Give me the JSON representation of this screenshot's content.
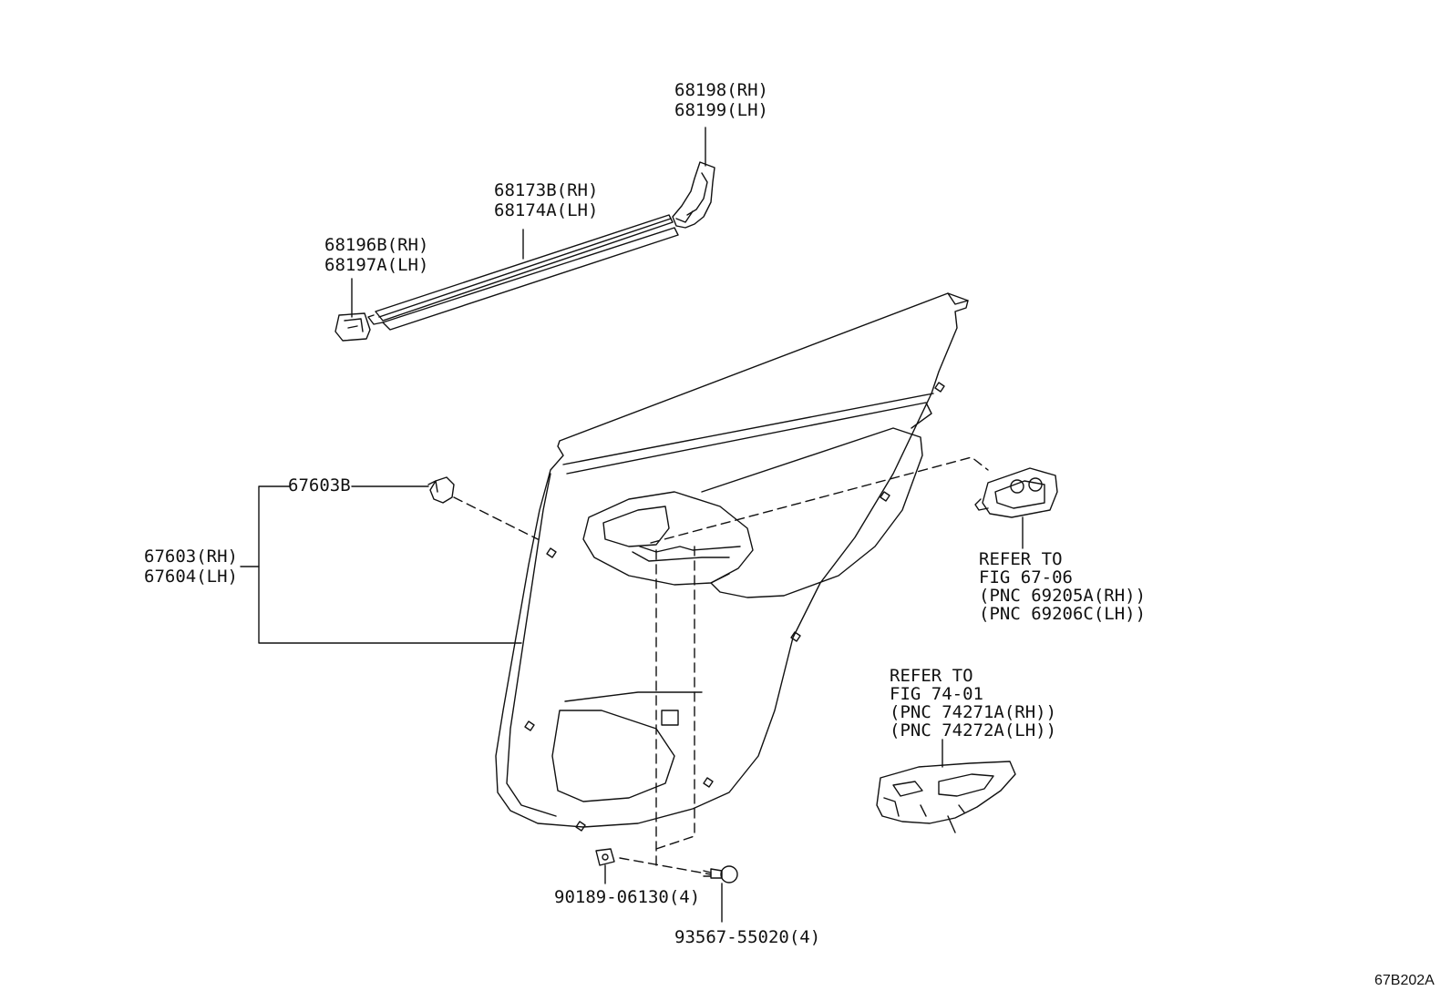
{
  "diagram_id": "67B202A",
  "callouts": {
    "p68198": [
      "68198(RH)",
      "68199(LH)"
    ],
    "p68173": [
      "68173B(RH)",
      "68174A(LH)"
    ],
    "p68196": [
      "68196B(RH)",
      "68197A(LH)"
    ],
    "p67603b": "67603B",
    "p67603": [
      "67603(RH)",
      "67604(LH)"
    ],
    "ref_handle": [
      "REFER TO",
      "FIG 67-06",
      "(PNC 69205A(RH))",
      "(PNC 69206C(LH))"
    ],
    "ref_switch": [
      "REFER TO",
      "FIG 74-01",
      "(PNC 74271A(RH))",
      "(PNC 74272A(LH))"
    ],
    "p90189": "90189-06130(4)",
    "p93567": "93567-55020(4)"
  }
}
